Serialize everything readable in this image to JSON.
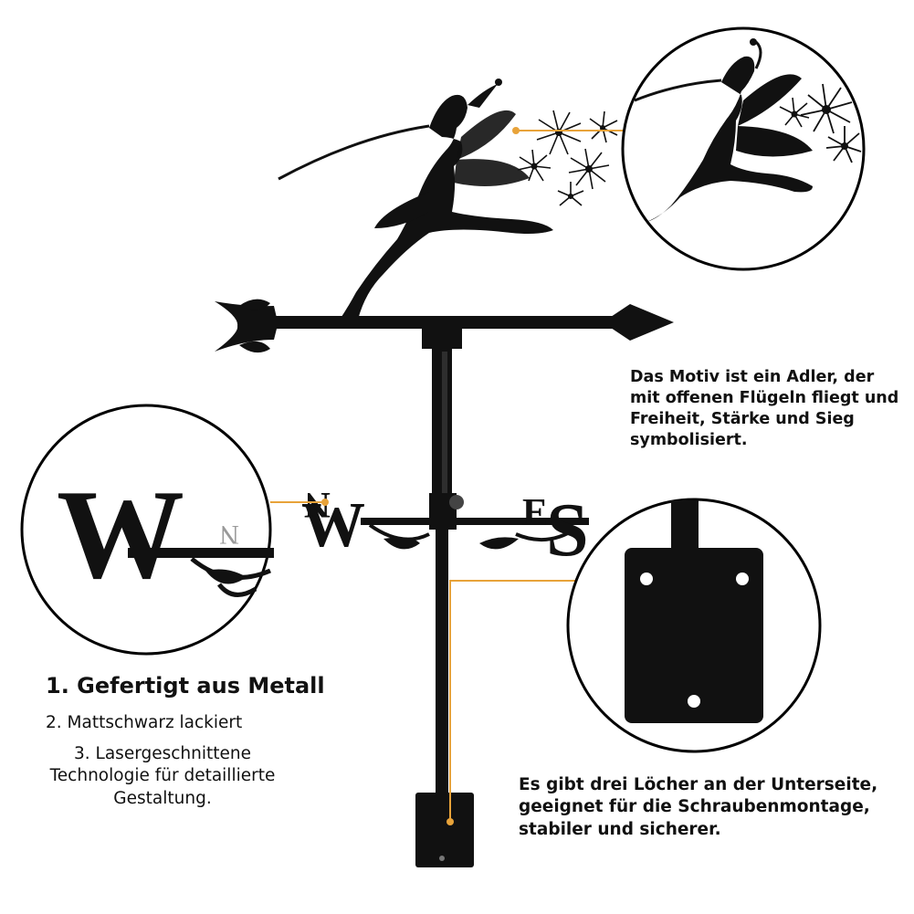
{
  "product_image": {
    "description_top": "Das Motiv ist ein Adler, der mit offenen Flügeln fliegt und Freiheit, Stärke und Sieg symbolisiert.",
    "description_bottom": "Es gibt drei Löcher an der Unterseite, geeignet für die Schraubenmontage, stabiler und sicherer.",
    "features": [
      "1. Gefertigt aus Metall",
      "2. Mattschwarz lackiert",
      "3. Lasergeschnittene Technologie für detaillierte Gestaltung."
    ],
    "direction_letters": {
      "west": "W",
      "north": "N",
      "east": "E",
      "south": "S"
    },
    "colors": {
      "metal": "#111111",
      "accent": "#e8a33a",
      "circle_border": "#000000",
      "background": "#ffffff"
    }
  }
}
